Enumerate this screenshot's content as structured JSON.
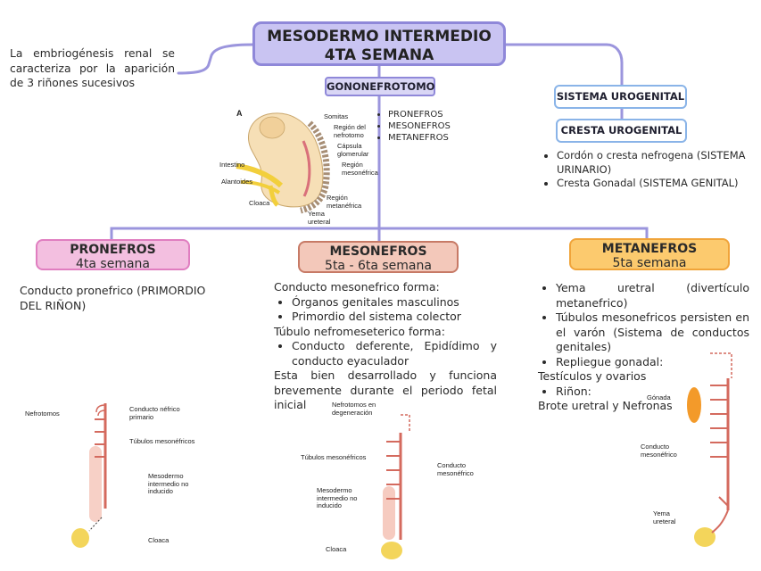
{
  "title": {
    "line1": "MESODERMO INTERMEDIO",
    "line2": "4TA SEMANA"
  },
  "intro_note": "La embriogénesis renal se caracteriza por la aparición de 3 riñones sucesivos",
  "gononefrotomo": {
    "label": "GONONEFROTOMO",
    "items": [
      "PRONEFROS",
      "MESONEFROS",
      "METANEFROS"
    ],
    "figure": {
      "letter": "A",
      "labels": [
        "Somitas",
        "Región del nefrotomo",
        "Cápsula glomerular",
        "Intestino",
        "Alantoides",
        "Región mesonéfrica",
        "Cloaca",
        "Región metanéfrica",
        "Yema ureteral"
      ]
    }
  },
  "right_branch": {
    "sistema": "SISTEMA UROGENITAL",
    "cresta": "CRESTA UROGENITAL",
    "items": [
      "Cordón o cresta nefrogena (SISTEMA URINARIO)",
      "Cresta Gonadal (SISTEMA GENITAL)"
    ]
  },
  "pronefros": {
    "title": "PRONEFROS",
    "week": "4ta semana",
    "text": "Conducto pronefrico (PRIMORDIO DEL RIÑON)",
    "figure_labels": [
      "Nefrotomos",
      "Conducto néfrico primario",
      "Túbulos mesonéfricos",
      "Mesodermo intermedio no inducido",
      "Cloaca"
    ]
  },
  "mesonefros": {
    "title": "MESONEFROS",
    "week": "5ta - 6ta semana",
    "line1": "Conducto mesonefrico forma:",
    "list1": [
      "Órganos genitales masculinos",
      "Primordio del sistema colector"
    ],
    "line2": "Túbulo nefromeseterico forma:",
    "list2": [
      "Conducto deferente, Epidídimo y conducto eyaculador"
    ],
    "line3": "Esta bien desarrollado y funciona brevemente durante el periodo fetal inicial",
    "figure_labels": [
      "Nefrotomos en degeneración",
      "Túbulos mesonéfricos",
      "Conducto mesonéfrico",
      "Mesodermo intermedio no inducido",
      "Cloaca"
    ]
  },
  "metanefros": {
    "title": "METANEFROS",
    "week": "5ta semana",
    "list1": [
      "Yema uretral (divertículo metanefrico)",
      "Túbulos mesonefricos persisten en el varón (Sistema de conductos genitales)",
      "Repliegue gonadal:"
    ],
    "line1": "Testículos y ovarios",
    "list2": [
      "Riñon:"
    ],
    "line2": "Brote uretral y Nefronas",
    "figure_labels": [
      "Gónada",
      "Conducto mesonéfrico",
      "Yema ureteral"
    ]
  },
  "colors": {
    "connector": "#9b95dd",
    "title_fill": "#c9c4f2",
    "pronefros": "#f3bfe0",
    "mesonefros": "#f3c8ba",
    "metanefros": "#fcca6e",
    "duct": "#d46a5e"
  }
}
